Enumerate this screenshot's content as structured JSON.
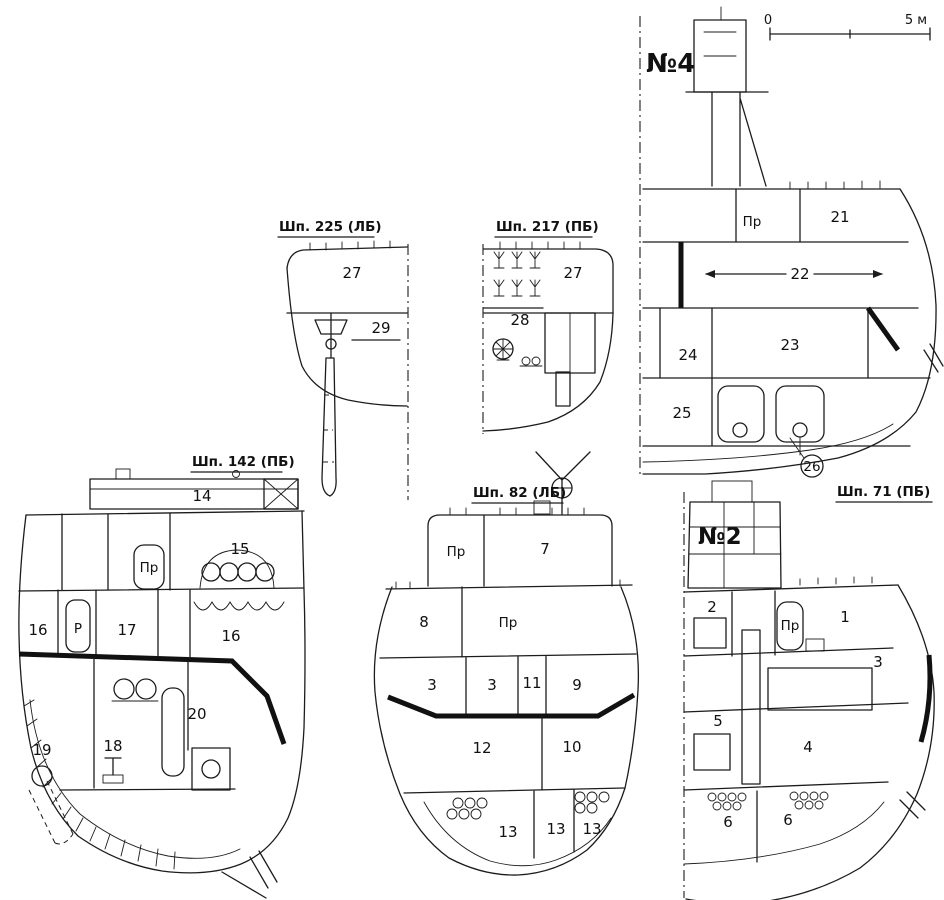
{
  "palette": {
    "ink": "#1c1c1c",
    "paper": "#ffffff"
  },
  "scale_bar": {
    "zero_label": "0",
    "max_label": "5 м"
  },
  "sections": {
    "no4": {
      "title": "№4",
      "rooms": {
        "pr": "Пр",
        "r21": "21",
        "r22": "22",
        "r23": "23",
        "r24": "24",
        "r25": "25",
        "r26": "26"
      }
    },
    "shp225": {
      "title": "Шп. 225 (ЛБ)",
      "rooms": {
        "r27": "27",
        "r29": "29"
      }
    },
    "shp217": {
      "title": "Шп. 217 (ПБ)",
      "rooms": {
        "r27": "27",
        "r28": "28"
      }
    },
    "shp142": {
      "title": "Шп. 142 (ПБ)",
      "rooms": {
        "r14": "14",
        "r15": "15",
        "pr": "Пр",
        "r16a": "16",
        "rP": "Р",
        "r17": "17",
        "r16b": "16",
        "r20": "20",
        "r18": "18",
        "r19": "19"
      }
    },
    "shp82": {
      "title": "Шп. 82 (ЛБ)",
      "rooms": {
        "pr_top": "Пр",
        "r7": "7",
        "r8": "8",
        "pr_main": "Пр",
        "r3a": "3",
        "r3b": "3",
        "r11": "11",
        "r9": "9",
        "r12": "12",
        "r10": "10",
        "r13a": "13",
        "r13b": "13",
        "r13c": "13"
      }
    },
    "no2": {
      "title": "№2",
      "frame_label": "Шп. 71 (ПБ)",
      "rooms": {
        "r2": "2",
        "pr": "Пр",
        "r1": "1",
        "r3": "3",
        "r5": "5",
        "r4": "4",
        "r6a": "6",
        "r6b": "6"
      }
    }
  }
}
